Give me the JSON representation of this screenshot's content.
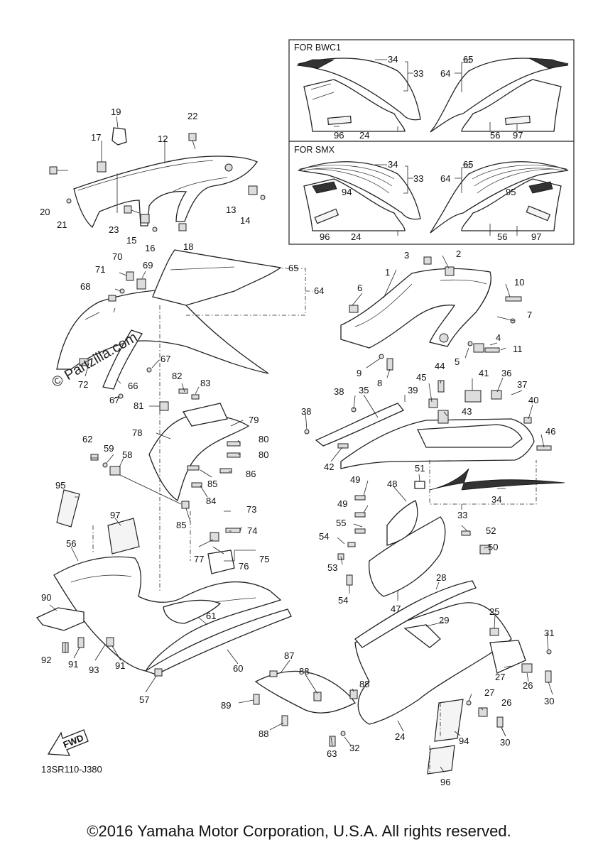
{
  "watermark": "© Partzilla.com",
  "diagram_code": "13SR110-J380",
  "fwd_label": "FWD",
  "copyright": "©2016 Yamaha Motor Corporation, U.S.A. All rights reserved.",
  "insets": [
    {
      "title": "FOR BWC1"
    },
    {
      "title": "FOR SMX"
    }
  ],
  "labels": [
    {
      "id": "l19",
      "text": "19"
    },
    {
      "id": "l22",
      "text": "22"
    },
    {
      "id": "l17",
      "text": "17"
    },
    {
      "id": "l12",
      "text": "12"
    },
    {
      "id": "l20",
      "text": "20"
    },
    {
      "id": "l21",
      "text": "21"
    },
    {
      "id": "l23",
      "text": "23"
    },
    {
      "id": "l15",
      "text": "15"
    },
    {
      "id": "l16",
      "text": "16"
    },
    {
      "id": "l18",
      "text": "18"
    },
    {
      "id": "l13",
      "text": "13"
    },
    {
      "id": "l14",
      "text": "14"
    },
    {
      "id": "i1_34",
      "text": "34"
    },
    {
      "id": "i1_33",
      "text": "33"
    },
    {
      "id": "i1_65",
      "text": "65"
    },
    {
      "id": "i1_64",
      "text": "64"
    },
    {
      "id": "i1_96",
      "text": "96"
    },
    {
      "id": "i1_24",
      "text": "24"
    },
    {
      "id": "i1_56",
      "text": "56"
    },
    {
      "id": "i1_97",
      "text": "97"
    },
    {
      "id": "i2_34",
      "text": "34"
    },
    {
      "id": "i2_33",
      "text": "33"
    },
    {
      "id": "i2_65",
      "text": "65"
    },
    {
      "id": "i2_64",
      "text": "64"
    },
    {
      "id": "i2_94",
      "text": "94"
    },
    {
      "id": "i2_95",
      "text": "95"
    },
    {
      "id": "i2_96",
      "text": "96"
    },
    {
      "id": "i2_24",
      "text": "24"
    },
    {
      "id": "i2_56",
      "text": "56"
    },
    {
      "id": "i2_97",
      "text": "97"
    },
    {
      "id": "l70",
      "text": "70"
    },
    {
      "id": "l69",
      "text": "69"
    },
    {
      "id": "l71",
      "text": "71"
    },
    {
      "id": "l68",
      "text": "68"
    },
    {
      "id": "l65",
      "text": "65"
    },
    {
      "id": "l64",
      "text": "64"
    },
    {
      "id": "l67a",
      "text": "67"
    },
    {
      "id": "l72",
      "text": "72"
    },
    {
      "id": "l66",
      "text": "66"
    },
    {
      "id": "l67b",
      "text": "67"
    },
    {
      "id": "l3",
      "text": "3"
    },
    {
      "id": "l2",
      "text": "2"
    },
    {
      "id": "l1",
      "text": "1"
    },
    {
      "id": "l6",
      "text": "6"
    },
    {
      "id": "l10",
      "text": "10"
    },
    {
      "id": "l7",
      "text": "7"
    },
    {
      "id": "l4",
      "text": "4"
    },
    {
      "id": "l11",
      "text": "11"
    },
    {
      "id": "l5",
      "text": "5"
    },
    {
      "id": "l9",
      "text": "9"
    },
    {
      "id": "l8",
      "text": "8"
    },
    {
      "id": "l82",
      "text": "82"
    },
    {
      "id": "l83",
      "text": "83"
    },
    {
      "id": "l81",
      "text": "81"
    },
    {
      "id": "l79",
      "text": "79"
    },
    {
      "id": "l78",
      "text": "78"
    },
    {
      "id": "l80a",
      "text": "80"
    },
    {
      "id": "l80b",
      "text": "80"
    },
    {
      "id": "l62",
      "text": "62"
    },
    {
      "id": "l59",
      "text": "59"
    },
    {
      "id": "l58",
      "text": "58"
    },
    {
      "id": "l86",
      "text": "86"
    },
    {
      "id": "l85a",
      "text": "85"
    },
    {
      "id": "l84",
      "text": "84"
    },
    {
      "id": "l85b",
      "text": "85"
    },
    {
      "id": "l44",
      "text": "44"
    },
    {
      "id": "l45",
      "text": "45"
    },
    {
      "id": "l41",
      "text": "41"
    },
    {
      "id": "l36",
      "text": "36"
    },
    {
      "id": "l38a",
      "text": "38"
    },
    {
      "id": "l35",
      "text": "35"
    },
    {
      "id": "l39",
      "text": "39"
    },
    {
      "id": "l37",
      "text": "37"
    },
    {
      "id": "l40",
      "text": "40"
    },
    {
      "id": "l43",
      "text": "43"
    },
    {
      "id": "l38b",
      "text": "38"
    },
    {
      "id": "l46",
      "text": "46"
    },
    {
      "id": "l42",
      "text": "42"
    },
    {
      "id": "l51",
      "text": "51"
    },
    {
      "id": "l34",
      "text": "34"
    },
    {
      "id": "l33",
      "text": "33"
    },
    {
      "id": "l95",
      "text": "95"
    },
    {
      "id": "l97",
      "text": "97"
    },
    {
      "id": "l73",
      "text": "73"
    },
    {
      "id": "l74",
      "text": "74"
    },
    {
      "id": "l77",
      "text": "77"
    },
    {
      "id": "l75",
      "text": "75"
    },
    {
      "id": "l76",
      "text": "76"
    },
    {
      "id": "l56",
      "text": "56"
    },
    {
      "id": "l49a",
      "text": "49"
    },
    {
      "id": "l48",
      "text": "48"
    },
    {
      "id": "l49b",
      "text": "49"
    },
    {
      "id": "l55",
      "text": "55"
    },
    {
      "id": "l54a",
      "text": "54"
    },
    {
      "id": "l52",
      "text": "52"
    },
    {
      "id": "l53",
      "text": "53"
    },
    {
      "id": "l50",
      "text": "50"
    },
    {
      "id": "l54b",
      "text": "54"
    },
    {
      "id": "l47",
      "text": "47"
    },
    {
      "id": "l28",
      "text": "28"
    },
    {
      "id": "l90",
      "text": "90"
    },
    {
      "id": "l61",
      "text": "61"
    },
    {
      "id": "l92",
      "text": "92"
    },
    {
      "id": "l91a",
      "text": "91"
    },
    {
      "id": "l93",
      "text": "93"
    },
    {
      "id": "l91b",
      "text": "91"
    },
    {
      "id": "l60",
      "text": "60"
    },
    {
      "id": "l57",
      "text": "57"
    },
    {
      "id": "l29",
      "text": "29"
    },
    {
      "id": "l25",
      "text": "25"
    },
    {
      "id": "l31",
      "text": "31"
    },
    {
      "id": "l27a",
      "text": "27"
    },
    {
      "id": "l26a",
      "text": "26"
    },
    {
      "id": "l30a",
      "text": "30"
    },
    {
      "id": "l87",
      "text": "87"
    },
    {
      "id": "l88a",
      "text": "88"
    },
    {
      "id": "l88b",
      "text": "88"
    },
    {
      "id": "l89",
      "text": "89"
    },
    {
      "id": "l27b",
      "text": "27"
    },
    {
      "id": "l26b",
      "text": "26"
    },
    {
      "id": "l88c",
      "text": "88"
    },
    {
      "id": "l24",
      "text": "24"
    },
    {
      "id": "l94",
      "text": "94"
    },
    {
      "id": "l30b",
      "text": "30"
    },
    {
      "id": "l63",
      "text": "63"
    },
    {
      "id": "l32",
      "text": "32"
    },
    {
      "id": "l96",
      "text": "96"
    }
  ]
}
